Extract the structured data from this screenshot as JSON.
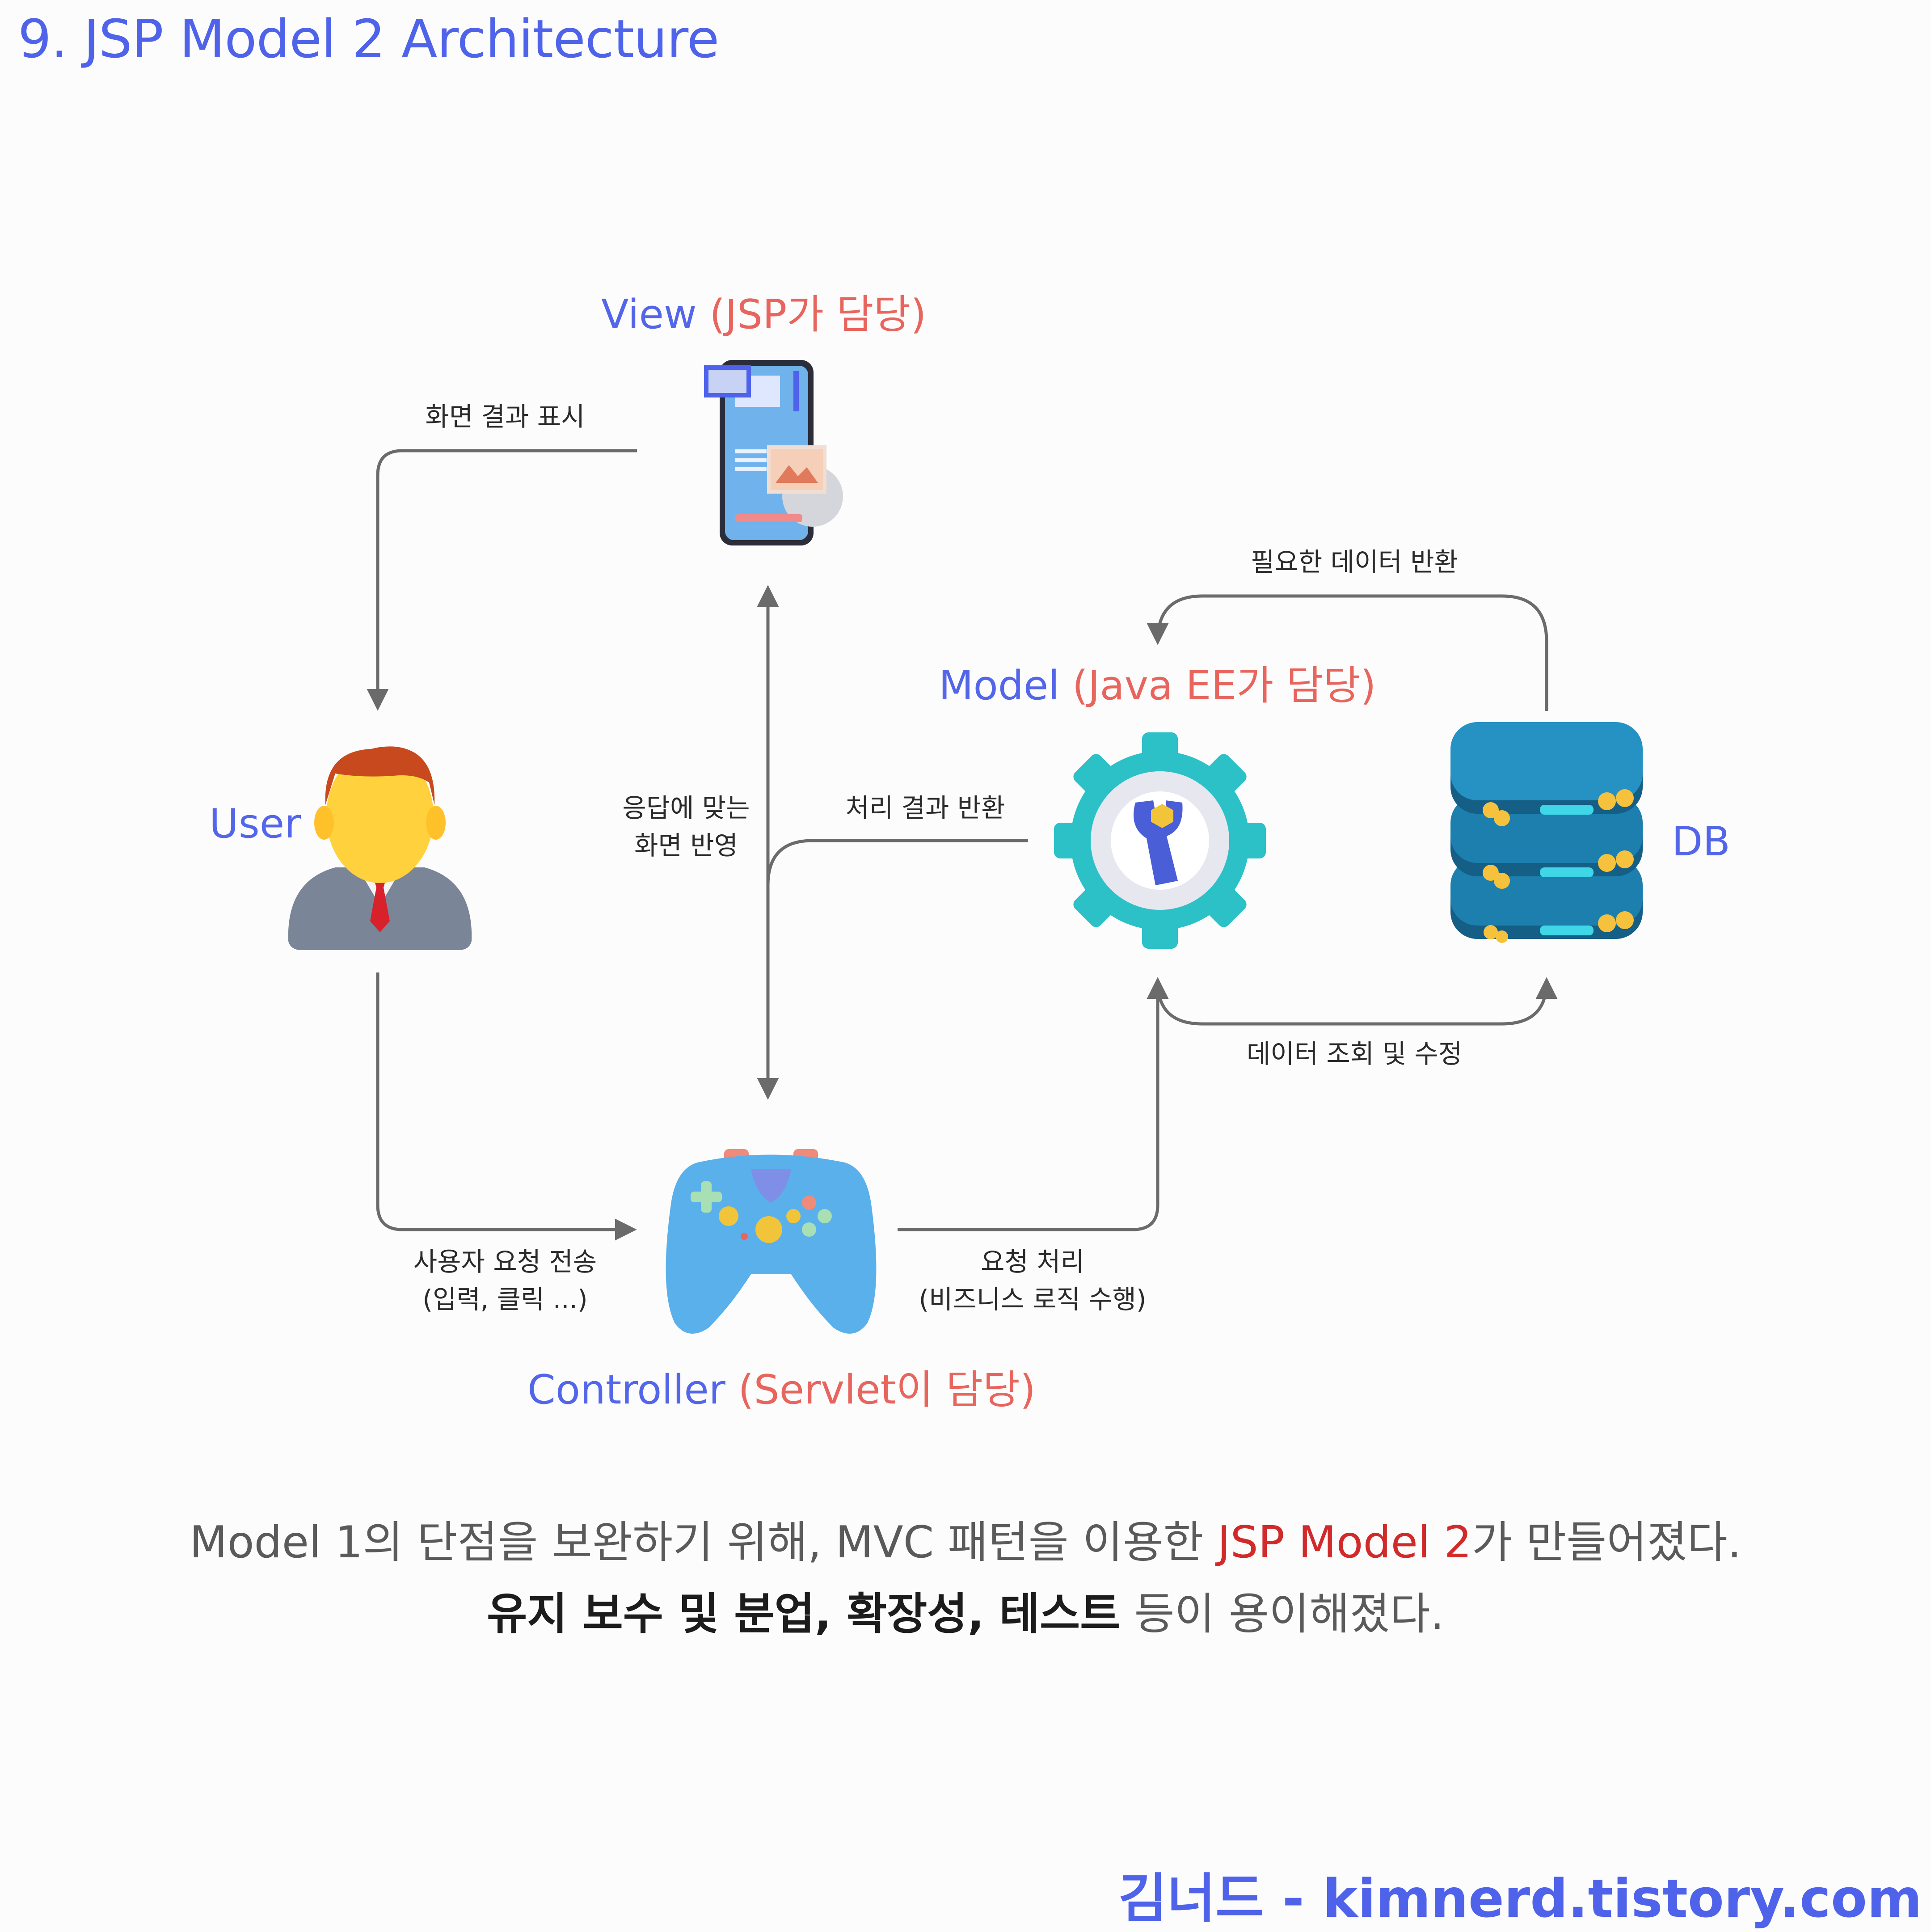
{
  "title": "9. JSP Model 2 Architecture",
  "nodes": {
    "view": {
      "name": "View",
      "role": "(JSP가 담당)"
    },
    "model": {
      "name": "Model",
      "role": "(Java EE가 담당)"
    },
    "controller": {
      "name": "Controller",
      "role": "(Servlet이 담당)"
    },
    "user": {
      "name": "User"
    },
    "db": {
      "name": "DB"
    }
  },
  "edges": {
    "view_to_user": "화면 결과 표시",
    "db_to_model": "필요한 데이터 반환",
    "controller_to_view_1": "응답에 맞는",
    "controller_to_view_2": "화면 반영",
    "model_to_controller": "처리 결과 반환",
    "model_to_db": "데이터 조회 및 수정",
    "user_to_controller_1": "사용자 요청 전송",
    "user_to_controller_2": "(입력, 클릭 ...)",
    "controller_to_model_1": "요청 처리",
    "controller_to_model_2": "(비즈니스 로직 수행)"
  },
  "caption": {
    "line1_pre": "Model 1의 단점을 보완하기 위해, MVC 패턴을 이용한 ",
    "line1_highlight": "JSP Model 2",
    "line1_post": "가 만들어졌다.",
    "line2_bold": "유지 보수 및 분업, 확장성, 테스트",
    "line2_post": " 등이 용이해졌다."
  },
  "footer": "김너드 - kimnerd.tistory.com",
  "colors": {
    "accent_blue": "#4f63ea",
    "accent_red": "#e8655e",
    "highlight_red": "#d12a2a",
    "arrow": "#6b6b6b"
  }
}
